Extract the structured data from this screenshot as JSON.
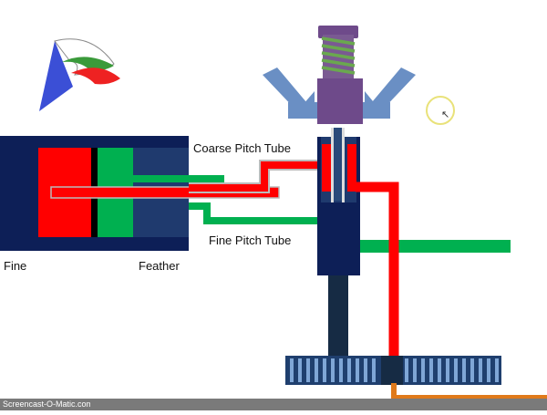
{
  "labels": {
    "coarse_pitch_tube": "Coarse Pitch Tube",
    "fine_pitch_tube": "Fine Pitch Tube",
    "fine": "Fine",
    "feather": "Feather"
  },
  "watermark": "Screencast-O-Matic.com",
  "icons": {
    "logo": "company-logo",
    "cursor": "mouse-pointer-icon"
  },
  "colors": {
    "cylinder": "#0d1f57",
    "cylinder_inner": "#1f3a6e",
    "coarse_oil": "#ff0000",
    "fine_oil": "#00b050",
    "valve_body": "#6e4a8a",
    "arms": "#6a8fc4",
    "spring": "#6aa84f",
    "gear": "#1f3f6e",
    "drain": "#e07a1a",
    "shaft": "#162b44"
  }
}
